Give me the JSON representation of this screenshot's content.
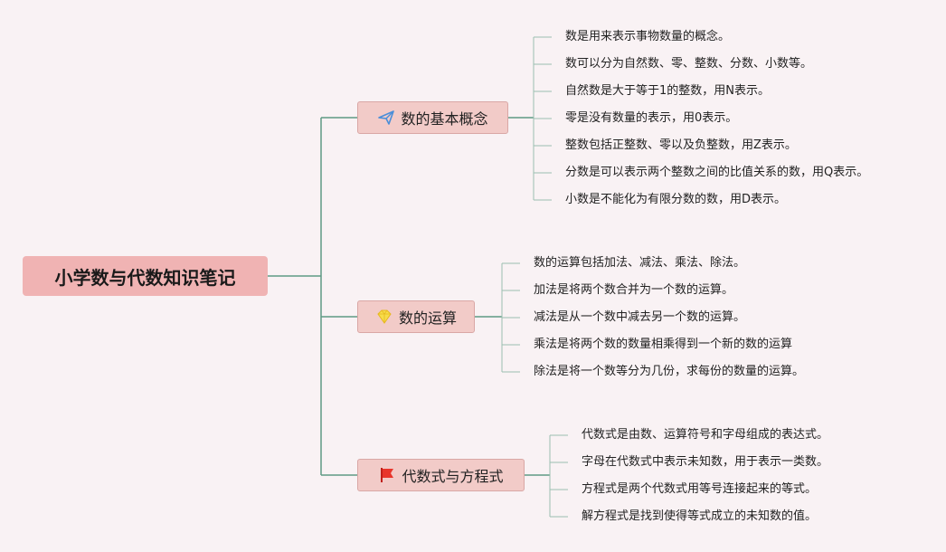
{
  "root": {
    "label": "小学数与代数知识笔记"
  },
  "branches": [
    {
      "label": "数的基本概念",
      "icon": "paper-plane-icon",
      "items": [
        "数是用来表示事物数量的概念。",
        "数可以分为自然数、零、整数、分数、小数等。",
        "自然数是大于等于1的整数，用N表示。",
        "零是没有数量的表示，用0表示。",
        "整数包括正整数、零以及负整数，用Z表示。",
        "分数是可以表示两个整数之间的比值关系的数，用Q表示。",
        "小数是不能化为有限分数的数，用D表示。"
      ]
    },
    {
      "label": "数的运算",
      "icon": "diamond-icon",
      "items": [
        "数的运算包括加法、减法、乘法、除法。",
        "加法是将两个数合并为一个数的运算。",
        "减法是从一个数中减去另一个数的运算。",
        "乘法是将两个数的数量相乘得到一个新的数的运算",
        "除法是将一个数等分为几份，求每份的数量的运算。"
      ]
    },
    {
      "label": "代数式与方程式",
      "icon": "flag-icon",
      "items": [
        "代数式是由数、运算符号和字母组成的表达式。",
        "字母在代数式中表示未知数，用于表示一类数。",
        "方程式是两个代数式用等号连接起来的等式。",
        "解方程式是找到使得等式成立的未知数的值。"
      ]
    }
  ],
  "colors": {
    "background": "#f9f2f4",
    "root_fill": "#f0b3b3",
    "branch_fill": "#f2cbc8",
    "connector": "#5f9a84",
    "leaf_connector": "#9cbfb0"
  }
}
